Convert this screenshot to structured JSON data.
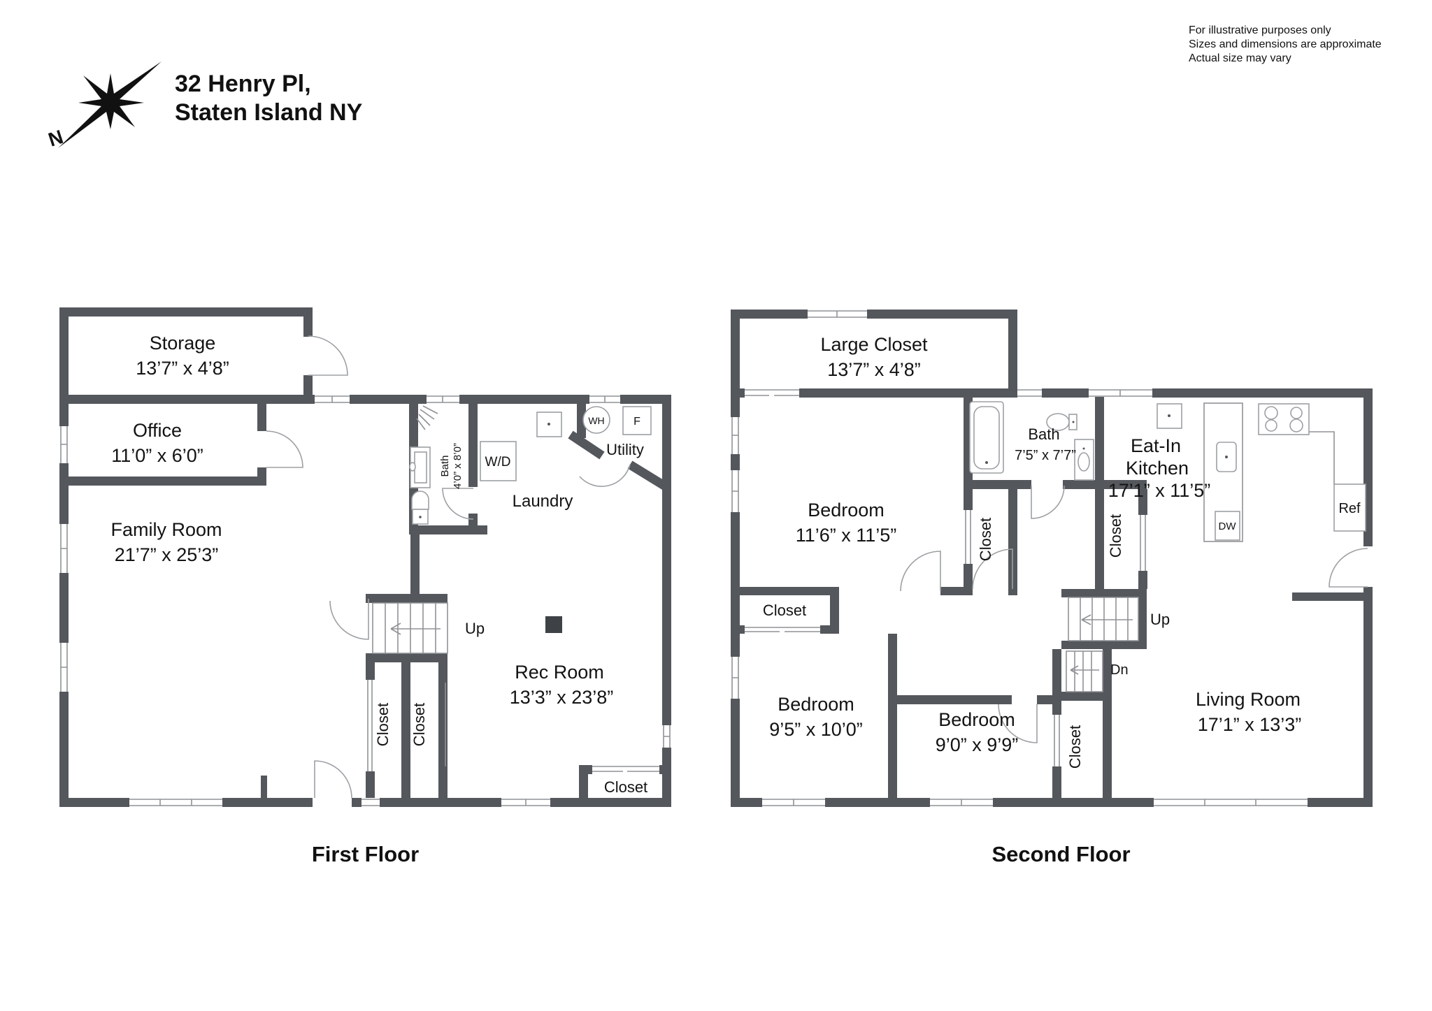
{
  "header": {
    "address_line1": "32 Henry Pl,",
    "address_line2": "Staten Island NY",
    "compass_label": "N"
  },
  "disclaimer": {
    "line1": "For illustrative purposes only",
    "line2": "Sizes and dimensions are approximate",
    "line3": "Actual size may vary"
  },
  "labels": {
    "closet": "Closet",
    "up": "Up",
    "dn": "Dn",
    "wd": "W/D",
    "wh": "WH",
    "f": "F",
    "ref": "Ref",
    "dw": "DW"
  },
  "first_floor": {
    "title": "First Floor",
    "storage": {
      "name": "Storage",
      "dims": "13’7” x 4’8”"
    },
    "office": {
      "name": "Office",
      "dims": "11’0” x 6’0”"
    },
    "family_room": {
      "name": "Family Room",
      "dims": "21’7” x 25’3”"
    },
    "rec_room": {
      "name": "Rec Room",
      "dims": "13’3” x 23’8”"
    },
    "bath": {
      "name": "Bath",
      "dims": "4’0” x 8’0”"
    },
    "laundry": {
      "name": "Laundry"
    },
    "utility": {
      "name": "Utility"
    }
  },
  "second_floor": {
    "title": "Second Floor",
    "large_closet": {
      "name": "Large Closet",
      "dims": "13’7” x 4’8”"
    },
    "bedroom1": {
      "name": "Bedroom",
      "dims": "11’6” x 11’5”"
    },
    "bath": {
      "name": "Bath",
      "dims": "7’5” x 7’7”"
    },
    "kitchen": {
      "name_line1": "Eat-In",
      "name_line2": "Kitchen",
      "dims": "17’1” x 11’5”"
    },
    "bedroom2": {
      "name": "Bedroom",
      "dims": "9’5” x 10’0”"
    },
    "bedroom3": {
      "name": "Bedroom",
      "dims": "9’0” x 9’9”"
    },
    "living_room": {
      "name": "Living Room",
      "dims": "17’1” x 13’3”"
    }
  }
}
